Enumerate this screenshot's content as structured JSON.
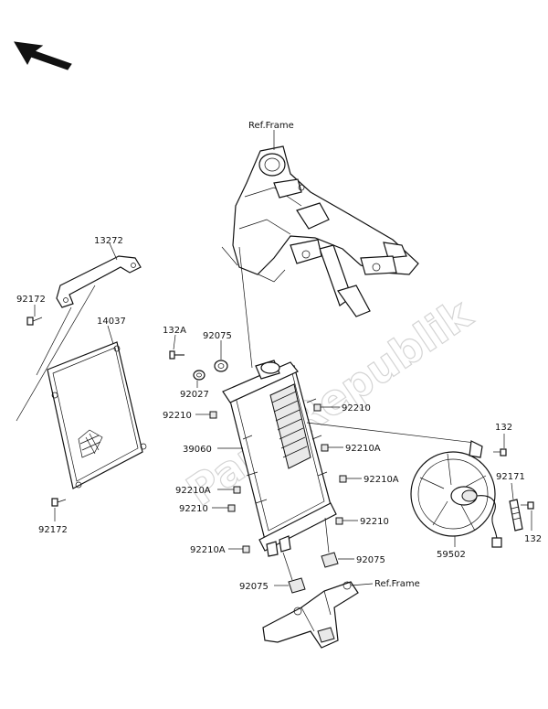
{
  "watermark": "PartsRepublik",
  "labels": {
    "ref_frame_top": "Ref.Frame",
    "ref_frame_bottom": "Ref.Frame",
    "p13272": "13272",
    "p92172_top": "92172",
    "p14037": "14037",
    "p92172_bottom": "92172",
    "p132A": "132A",
    "p92075_top": "92075",
    "p92027": "92027",
    "p92210_right_top": "92210",
    "p92210_left_top": "92210",
    "p39060": "39060",
    "p92210A_right_1": "92210A",
    "p92210A_right_2": "92210A",
    "p92210A_left_1": "92210A",
    "p92210_left_mid": "92210",
    "p92210_right_mid": "92210",
    "p92210A_left_2": "92210A",
    "p92075_right": "92075",
    "p92075_left": "92075",
    "p132_top": "132",
    "p92171": "92171",
    "p132_bottom": "132",
    "p59502": "59502"
  },
  "colors": {
    "line": "#111111",
    "background": "#ffffff",
    "watermark": "#d4d4d4"
  }
}
